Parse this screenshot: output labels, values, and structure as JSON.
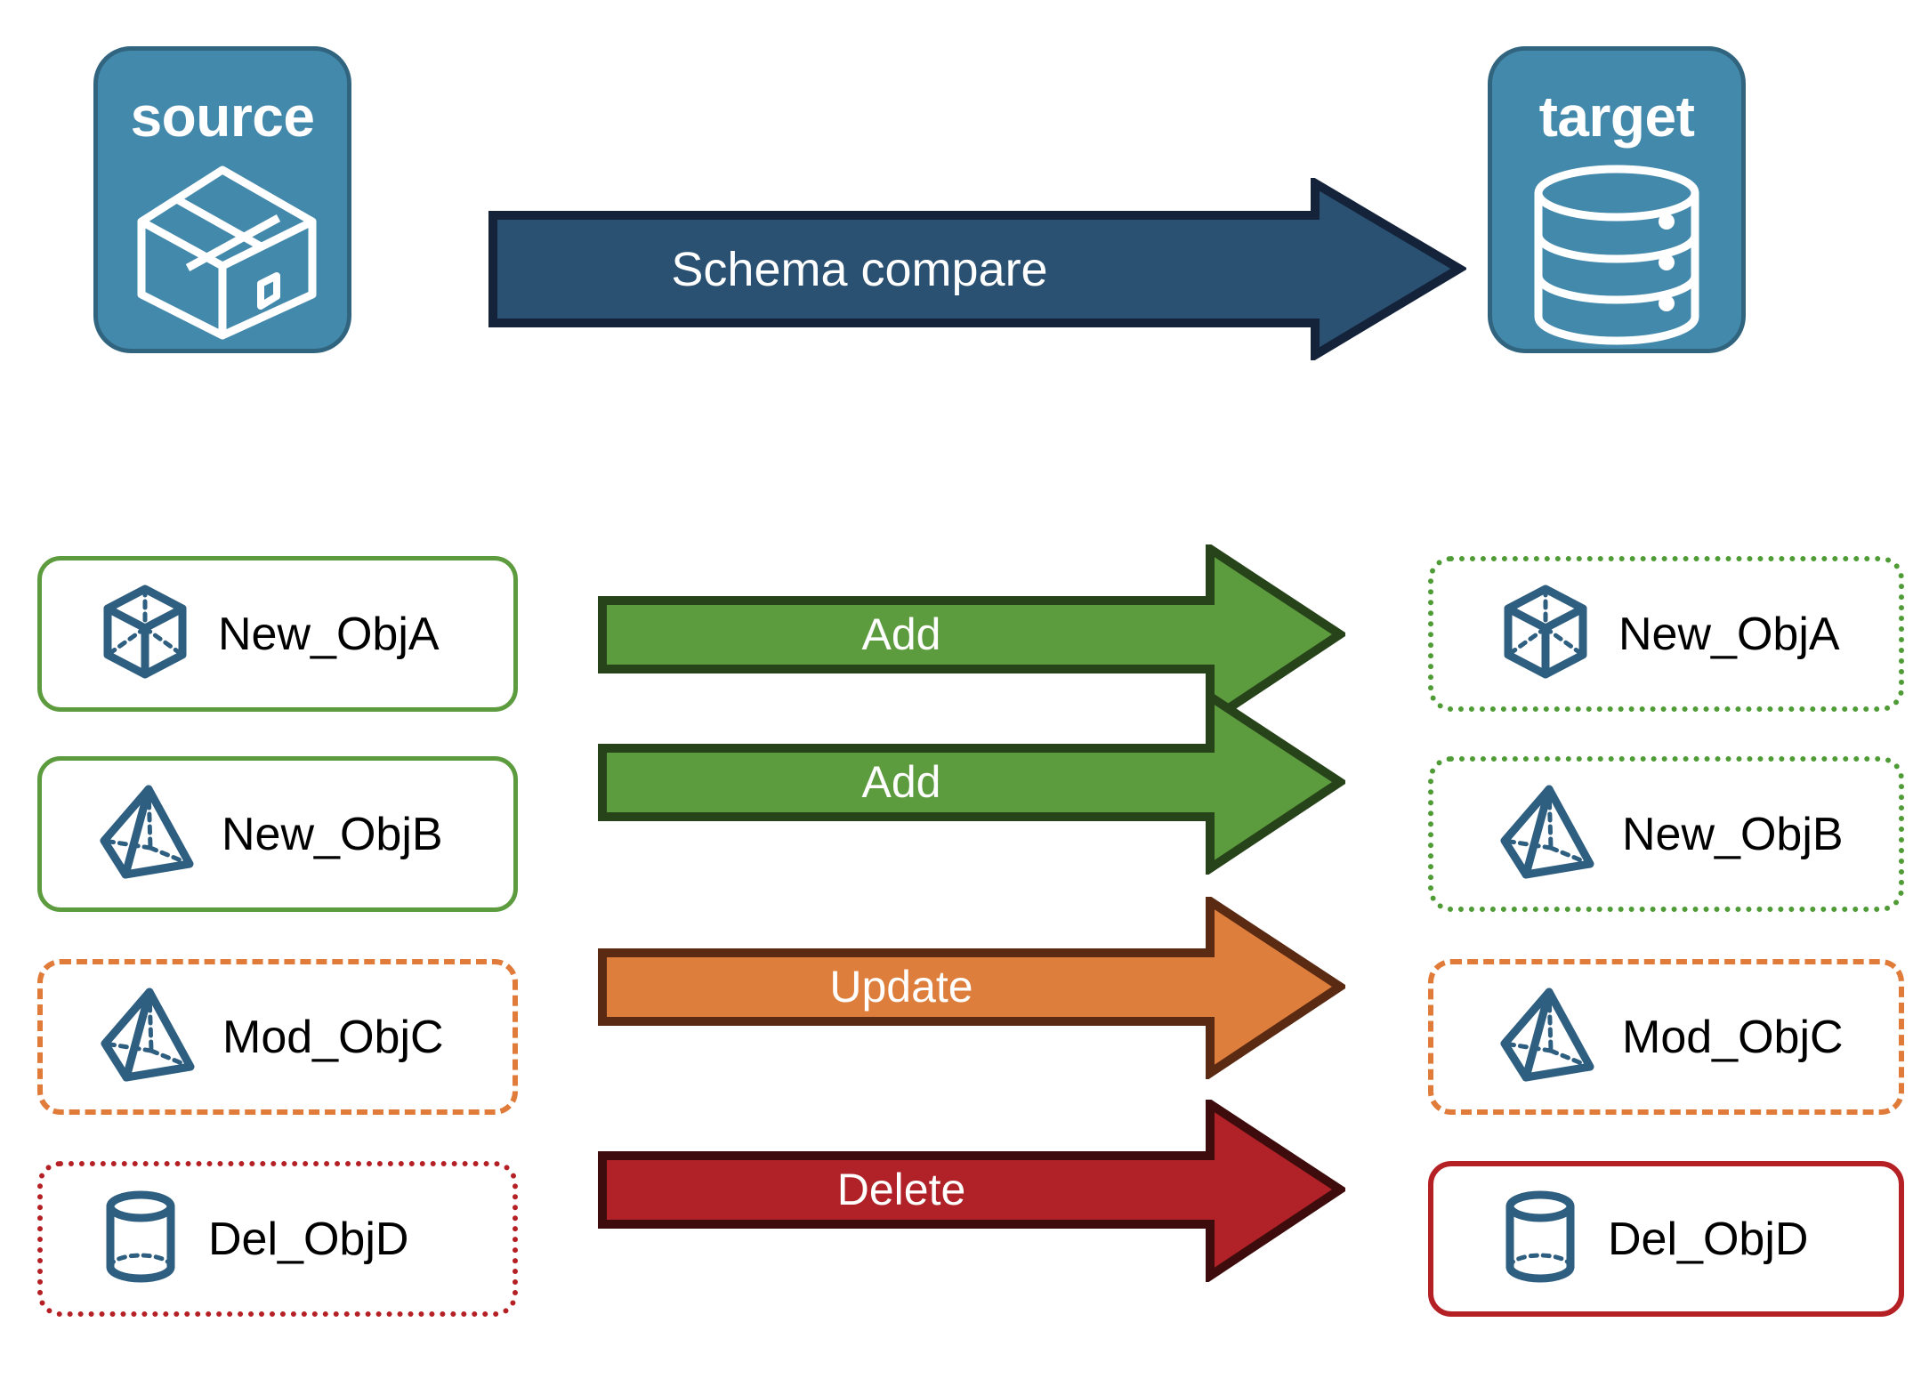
{
  "diagram": {
    "title_source": "source",
    "title_target": "target",
    "colors": {
      "endpoint_fill": "#4389AC",
      "endpoint_stroke": "#31657F",
      "compare_arrow_fill": "#2A5172",
      "compare_arrow_stroke": "#14233A",
      "add_arrow_fill": "#5C9B3E",
      "add_arrow_stroke": "#27431A",
      "update_arrow_fill": "#DD7E3C",
      "update_arrow_stroke": "#5B2A13",
      "delete_arrow_fill": "#B02227",
      "delete_arrow_stroke": "#3E0C0D",
      "object_icon": "#2E5E80",
      "green_border": "#5C9B3E",
      "orange_border": "#E07B39",
      "red_border": "#B52025"
    }
  },
  "endpoints": {
    "source": {
      "label": "source",
      "icon": "package-cube-icon"
    },
    "target": {
      "label": "target",
      "icon": "database-cylinder-icon"
    }
  },
  "compare_arrow": {
    "label": "Schema compare",
    "icon": "right-arrow-icon"
  },
  "rows": [
    {
      "source": {
        "label": "New_ObjA",
        "icon": "wireframe-cube-icon",
        "border": "green-solid"
      },
      "action": {
        "label": "Add",
        "color": "green"
      },
      "target": {
        "label": "New_ObjA",
        "icon": "wireframe-cube-icon",
        "border": "green-dotted"
      }
    },
    {
      "source": {
        "label": "New_ObjB",
        "icon": "wireframe-pyramid-icon",
        "border": "green-solid"
      },
      "action": {
        "label": "Add",
        "color": "green"
      },
      "target": {
        "label": "New_ObjB",
        "icon": "wireframe-pyramid-icon",
        "border": "green-dotted"
      }
    },
    {
      "source": {
        "label": "Mod_ObjC",
        "icon": "wireframe-pyramid-icon",
        "border": "orange-dashed"
      },
      "action": {
        "label": "Update",
        "color": "orange"
      },
      "target": {
        "label": "Mod_ObjC",
        "icon": "wireframe-pyramid-icon",
        "border": "orange-dashed"
      }
    },
    {
      "source": {
        "label": "Del_ObjD",
        "icon": "wireframe-cylinder-icon",
        "border": "red-dotted"
      },
      "action": {
        "label": "Delete",
        "color": "red"
      },
      "target": {
        "label": "Del_ObjD",
        "icon": "wireframe-cylinder-icon",
        "border": "red-solid"
      }
    }
  ]
}
